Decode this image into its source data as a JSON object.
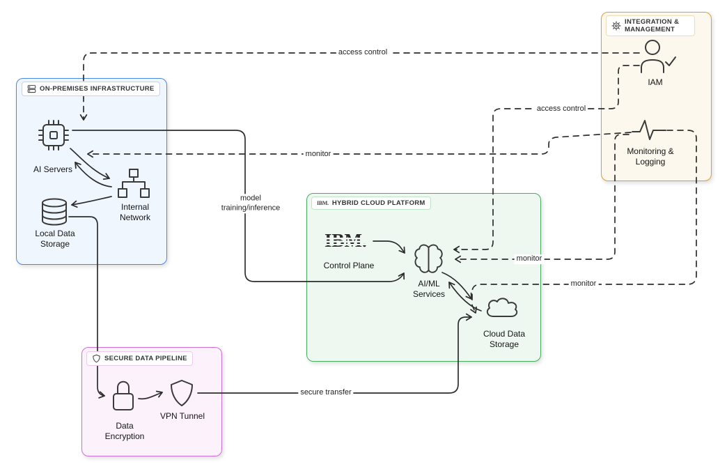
{
  "diagram": {
    "groups": [
      {
        "id": "on-premises",
        "label": "ON-PREMISES INFRASTRUCTURE",
        "icon": "server-icon",
        "border_color": "#4a86e8",
        "fill_color": "#f0f6fe"
      },
      {
        "id": "hybrid-cloud",
        "label": "HYBRID CLOUD PLATFORM",
        "icon": "ibm-logo-icon",
        "logo": "IBM.",
        "border_color": "#44ae5e",
        "fill_color": "#eef8f1"
      },
      {
        "id": "integration-management",
        "label": "INTEGRATION & MANAGEMENT",
        "icon": "gear-icon",
        "border_color": "#dd9c3f",
        "fill_color": "#fcf8ed"
      },
      {
        "id": "secure-pipeline",
        "label": "SECURE DATA PIPELINE",
        "icon": "shield-icon",
        "border_color": "#cf6fd8",
        "fill_color": "#fbf2fc"
      }
    ],
    "nodes": [
      {
        "id": "ai-servers",
        "label": "AI Servers",
        "icon": "chip-icon"
      },
      {
        "id": "internal-network",
        "label": "Internal Network",
        "icon": "network-icon"
      },
      {
        "id": "local-data-storage",
        "label": "Local Data Storage",
        "icon": "database-icon"
      },
      {
        "id": "iam",
        "label": "IAM",
        "icon": "user-check-icon"
      },
      {
        "id": "monitoring-logging",
        "label": "Monitoring & Logging",
        "icon": "pulse-icon"
      },
      {
        "id": "control-plane",
        "label": "Control Plane",
        "icon": "ibm-logo",
        "logo": "IBM."
      },
      {
        "id": "ai-ml-services",
        "label": "AI/ML Services",
        "icon": "brain-icon"
      },
      {
        "id": "cloud-data-storage",
        "label": "Cloud Data Storage",
        "icon": "cloud-icon"
      },
      {
        "id": "data-encryption",
        "label": "Data Encryption",
        "icon": "lock-icon"
      },
      {
        "id": "vpn-tunnel",
        "label": "VPN Tunnel",
        "icon": "shield-icon"
      }
    ],
    "edges": [
      {
        "from": "iam",
        "to": "ai-servers",
        "label": "access control",
        "style": "dashed"
      },
      {
        "from": "iam",
        "to": "ai-ml-services",
        "label": "access control",
        "style": "dashed"
      },
      {
        "from": "monitoring-logging",
        "to": "ai-servers",
        "label": "monitor",
        "style": "dashed"
      },
      {
        "from": "monitoring-logging",
        "to": "ai-ml-services",
        "label": "monitor",
        "style": "dashed"
      },
      {
        "from": "monitoring-logging",
        "to": "cloud-data-storage",
        "label": "monitor",
        "style": "dashed"
      },
      {
        "from": "ai-servers",
        "to": "ai-ml-services",
        "label": "model training/inference",
        "style": "solid"
      },
      {
        "from": "control-plane",
        "to": "ai-ml-services",
        "label": "",
        "style": "solid"
      },
      {
        "from": "ai-servers",
        "to": "internal-network",
        "label": "",
        "style": "solid",
        "bidirectional": true
      },
      {
        "from": "internal-network",
        "to": "local-data-storage",
        "label": "",
        "style": "solid"
      },
      {
        "from": "local-data-storage",
        "to": "data-encryption",
        "label": "",
        "style": "solid"
      },
      {
        "from": "data-encryption",
        "to": "vpn-tunnel",
        "label": "",
        "style": "solid"
      },
      {
        "from": "vpn-tunnel",
        "to": "cloud-data-storage",
        "label": "secure transfer",
        "style": "solid"
      },
      {
        "from": "ai-ml-services",
        "to": "cloud-data-storage",
        "label": "",
        "style": "solid",
        "bidirectional": true
      }
    ]
  }
}
